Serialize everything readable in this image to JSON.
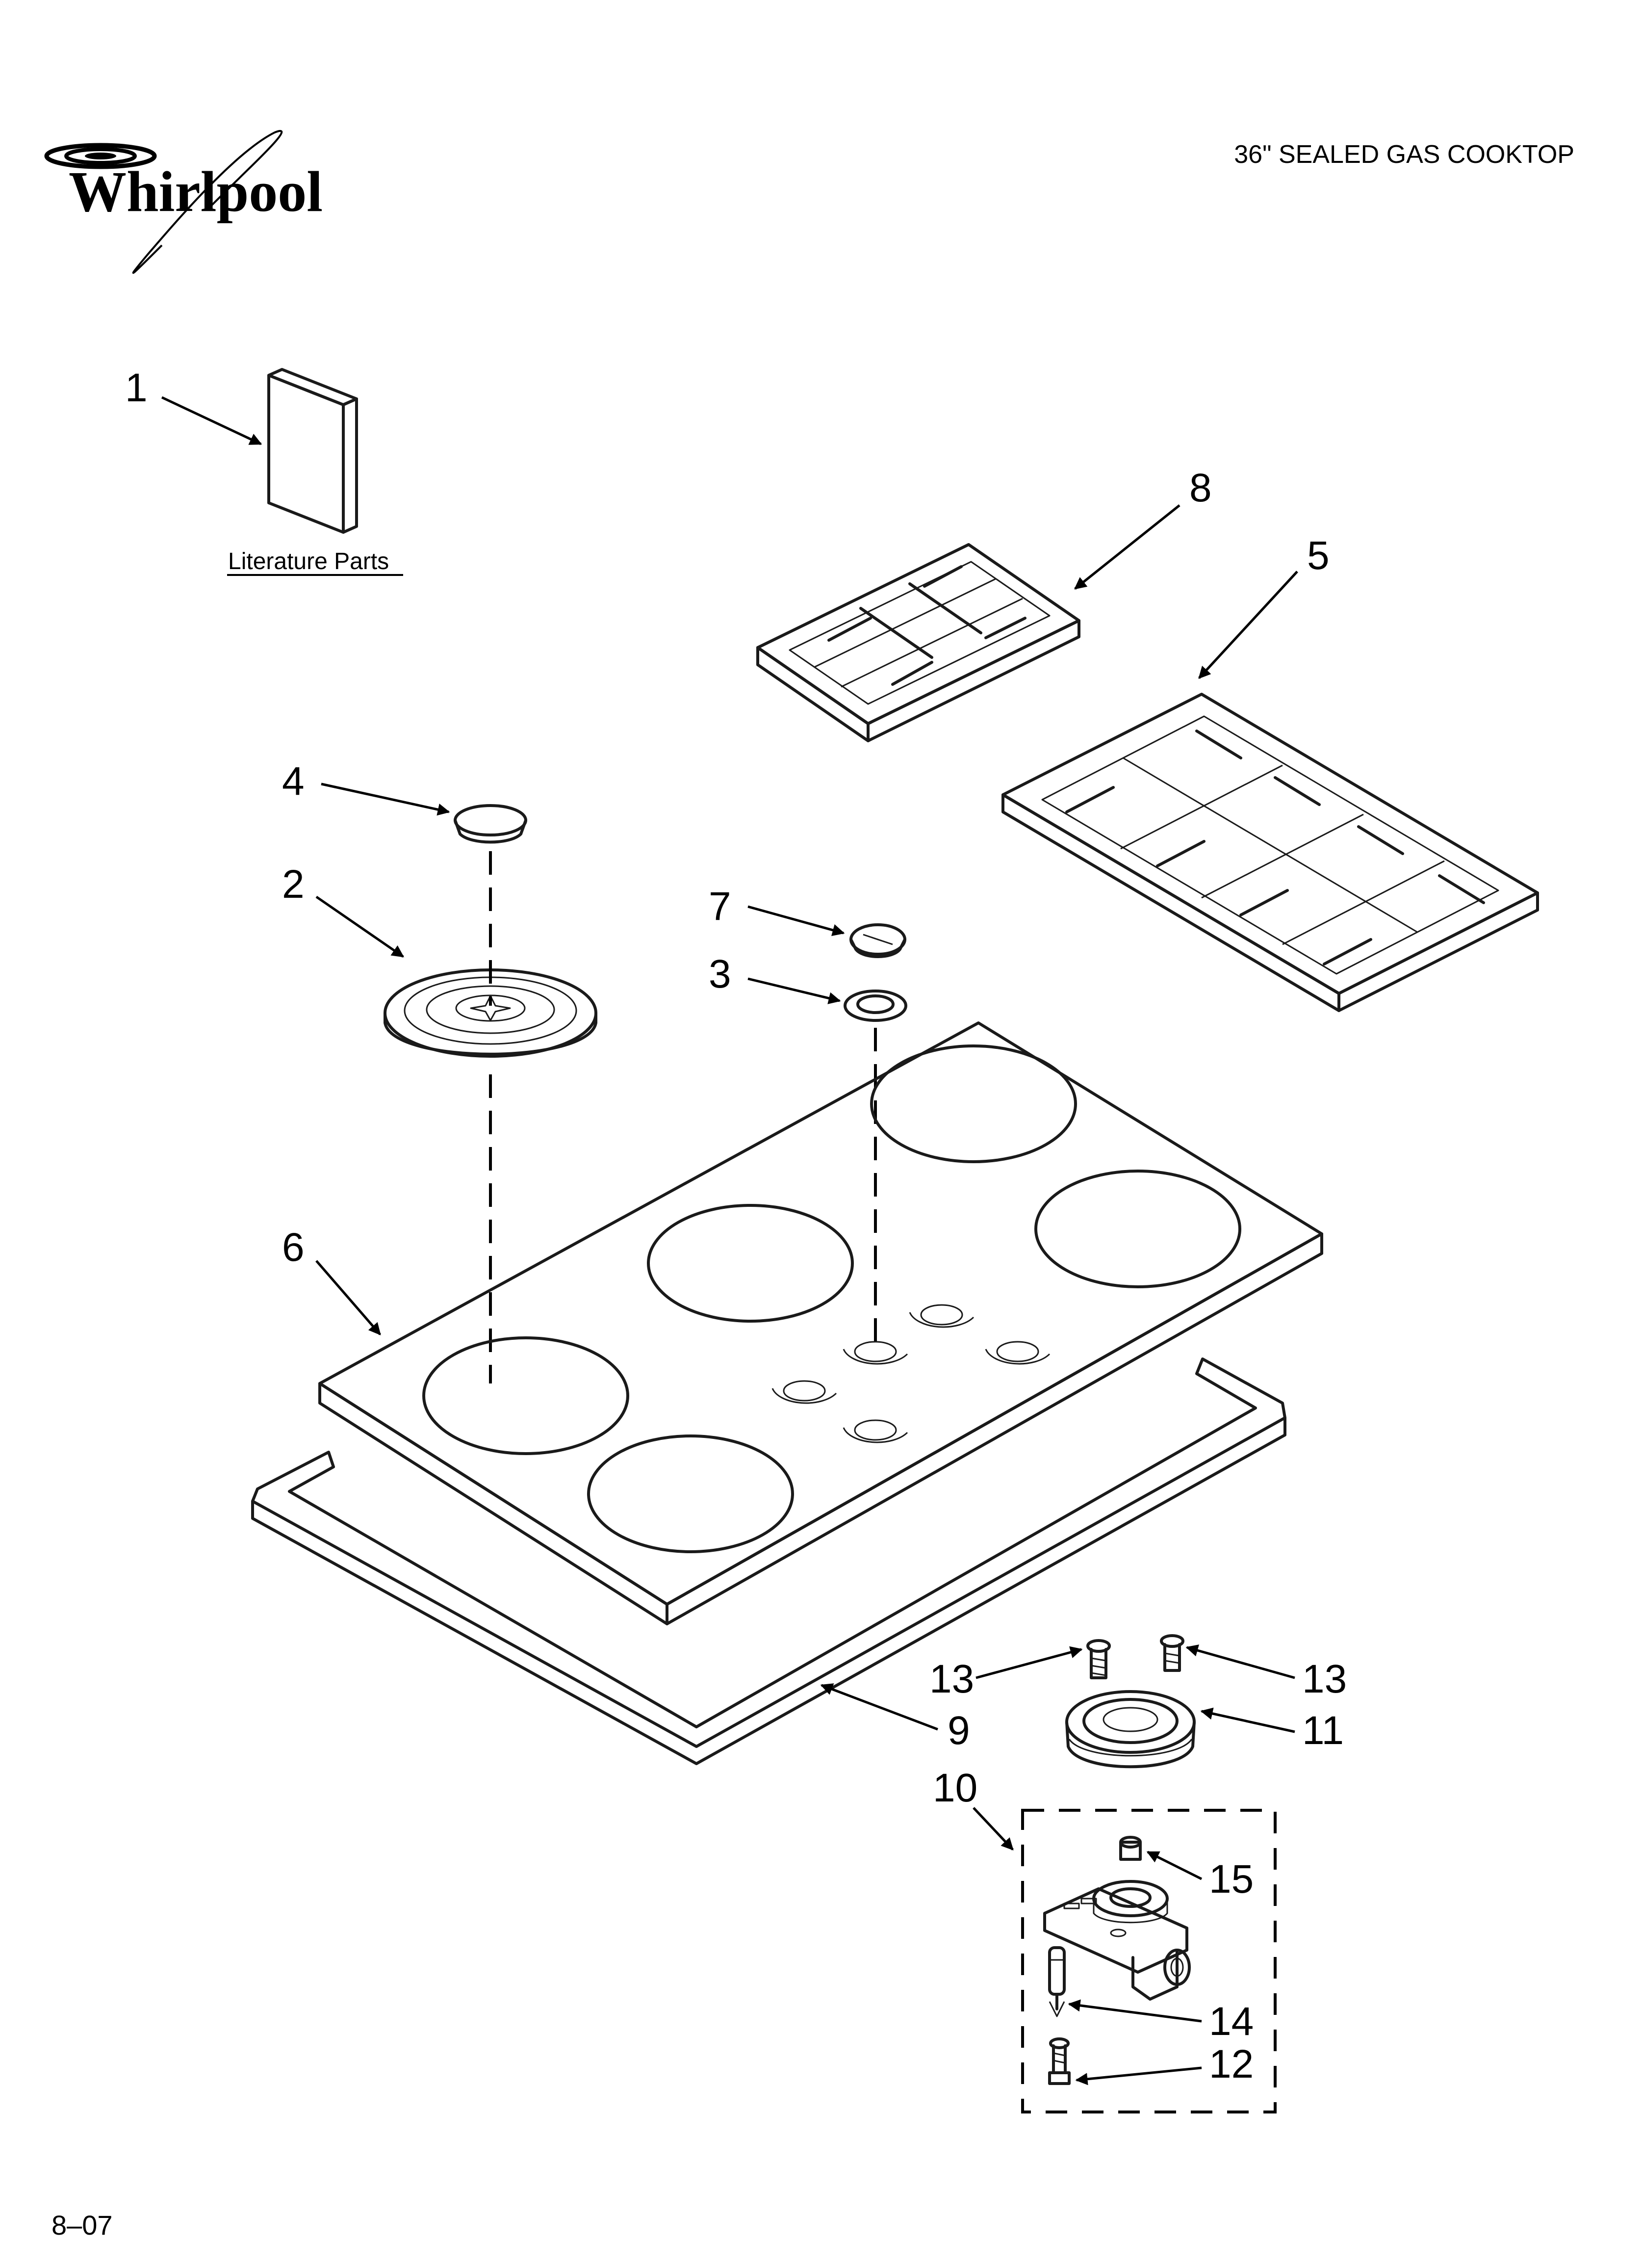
{
  "brand": {
    "logo_text": "Whirlpool"
  },
  "header": {
    "title": "36\" SEALED GAS COOKTOP"
  },
  "literature": {
    "label": "Literature Parts"
  },
  "callouts": {
    "c1": "1",
    "c2": "2",
    "c3": "3",
    "c4": "4",
    "c5": "5",
    "c6": "6",
    "c7": "7",
    "c8": "8",
    "c9": "9",
    "c10": "10",
    "c11": "11",
    "c12": "12",
    "c13a": "13",
    "c13b": "13",
    "c14": "14",
    "c15": "15"
  },
  "footer": {
    "code": "8–07"
  }
}
